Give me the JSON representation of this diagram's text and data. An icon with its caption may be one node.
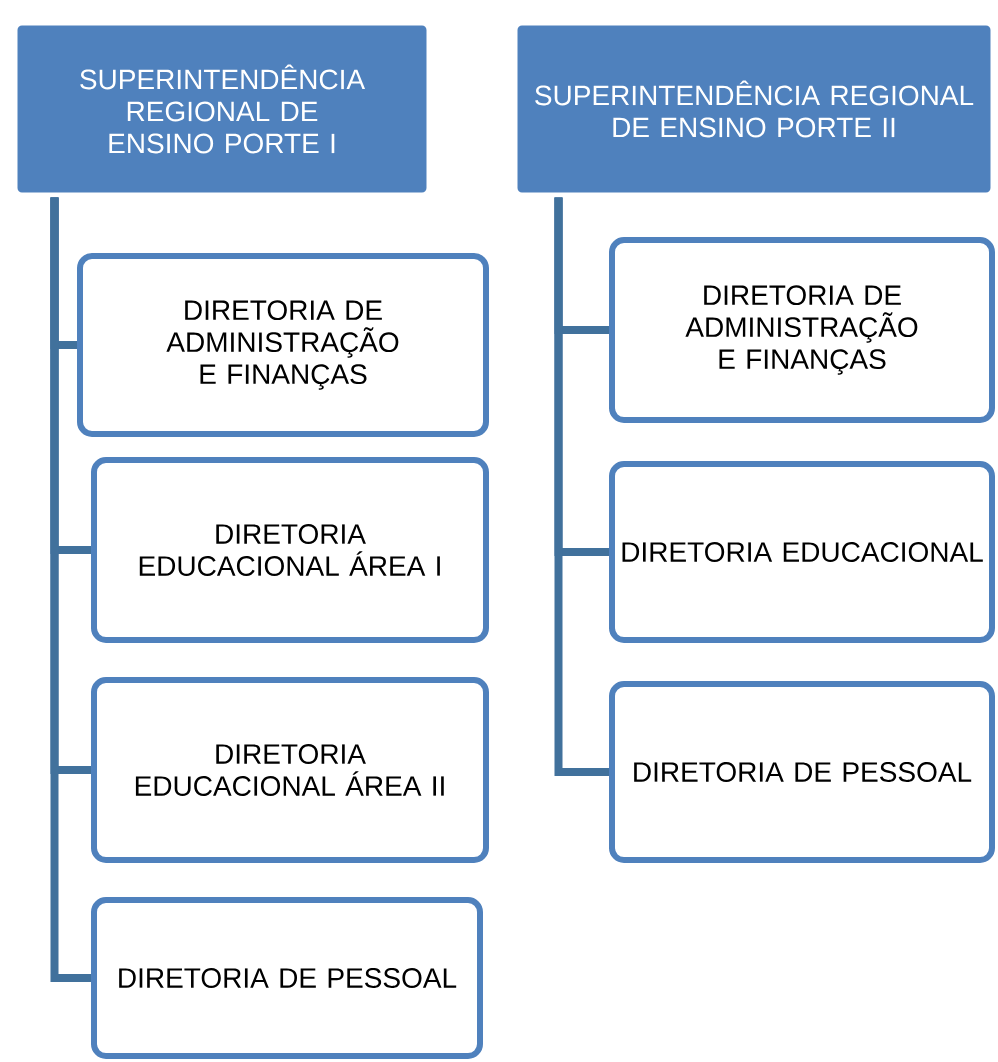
{
  "diagram": {
    "nodes": [
      {
        "text": [
          "SUPERINTENDÊNCIA REGIONAL DE ENSINO PORTE I"
        ]
      },
      {
        "text": [
          "DIRETORIA DE ADMINISTRAÇÃO E FINANÇAS"
        ]
      },
      {
        "text": [
          "DIRETORIA EDUCACIONAL ÁREA I"
        ]
      },
      {
        "text": [
          "DIRETORIA EDUCACIONAL ÁREA II"
        ]
      },
      {
        "text": [
          "DIRETORIA DE PESSOAL"
        ]
      },
      {
        "text": [
          "SUPERINTENDÊNCIA REGIONAL DE ENSINO PORTE II"
        ]
      },
      {
        "text": [
          "DIRETORIA DE ADMINISTRAÇÃO E FINANÇAS"
        ]
      },
      {
        "text": [
          "DIRETORIA EDUCACIONAL"
        ]
      },
      {
        "text": [
          "DIRETORIA DE PESSOAL"
        ]
      }
    ],
    "edges": [
      {
        "from": 0,
        "to": 1,
        "arrow": "none"
      },
      {
        "from": 0,
        "to": 2,
        "arrow": "none"
      },
      {
        "from": 0,
        "to": 3,
        "arrow": "none"
      },
      {
        "from": 0,
        "to": 4,
        "arrow": "none"
      },
      {
        "from": 5,
        "to": 6,
        "arrow": "none"
      },
      {
        "from": 5,
        "to": 7,
        "arrow": "none"
      },
      {
        "from": 5,
        "to": 8,
        "arrow": "none"
      }
    ]
  }
}
